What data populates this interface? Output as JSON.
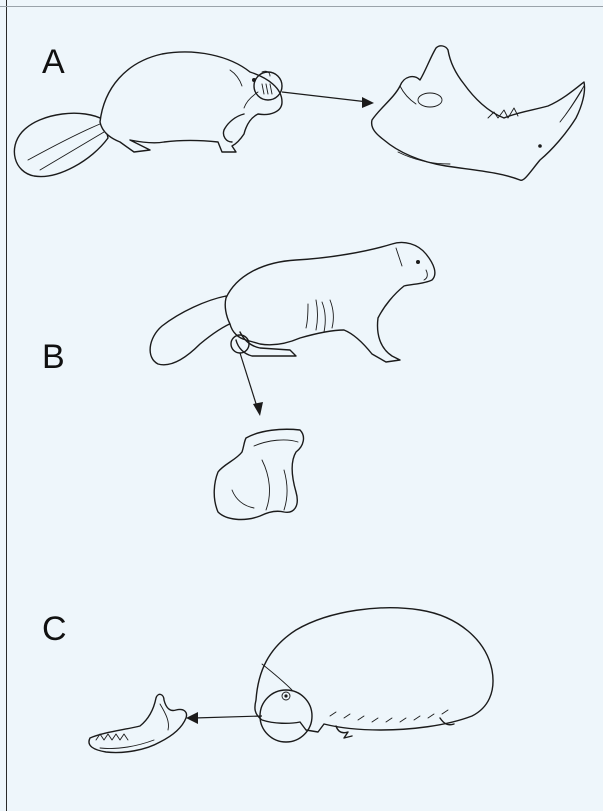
{
  "panels": [
    {
      "label": "A",
      "subject": "beaver-icon",
      "detail": "lower-jaw-icon"
    },
    {
      "label": "B",
      "subject": "marmot-icon",
      "detail": "ankle-bone-icon"
    },
    {
      "label": "C",
      "subject": "hedgehog-icon",
      "detail": "lower-jaw-icon"
    }
  ],
  "colors": {
    "background": "#eef6fb",
    "ink": "#1b1b1b"
  }
}
